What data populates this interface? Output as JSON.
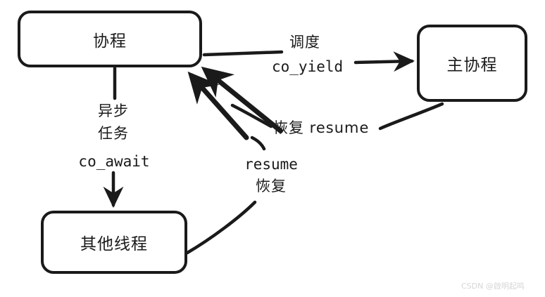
{
  "diagram": {
    "title_text": "",
    "background_color": "#ffffff",
    "stroke_color": "#1a1a1a",
    "nodes": [
      {
        "id": "coroutine",
        "label": "协程"
      },
      {
        "id": "main-coroutine",
        "label": "主协程"
      },
      {
        "id": "other-thread",
        "label": "其他线程"
      }
    ],
    "edges": [
      {
        "id": "coroutine-to-main",
        "from": "协程",
        "to": "主协程",
        "label_line1": "调度",
        "label_line2": "co_yield"
      },
      {
        "id": "main-to-coroutine",
        "from": "主协程",
        "to": "协程",
        "label_line1": "恢复 resume"
      },
      {
        "id": "coroutine-to-other-thread",
        "from": "协程",
        "to": "其他线程",
        "label_line1": "异步",
        "label_line2": "任务",
        "label_line3": "co_await"
      },
      {
        "id": "other-thread-to-coroutine",
        "from": "其他线程",
        "to": "协程",
        "label_line1": "resume",
        "label_line2": "恢复"
      }
    ]
  },
  "watermark": {
    "text": "CSDN @啟明起鸣"
  }
}
